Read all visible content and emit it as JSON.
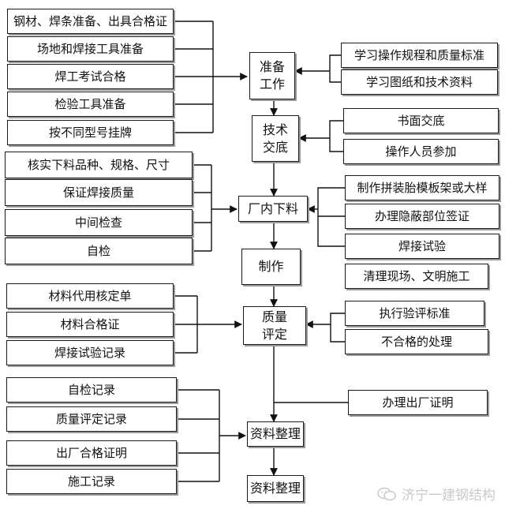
{
  "left_boxes": [
    "钢材、焊条准备、出具合格证",
    "场地和焊接工具准备",
    "焊工考试合格",
    "检验工具准备",
    "按不同型号挂牌",
    "核实下料品种、规格、尺寸",
    "保证焊接质量",
    "中间检查",
    "自检",
    "材料代用核定单",
    "材料合格证",
    "焊接试验记录",
    "自检记录",
    "质量评定记录",
    "出厂合格证明",
    "施工记录"
  ],
  "center_boxes": [
    "准备\n工作",
    "技术\n交底",
    "厂内下料",
    "制作",
    "质量\n评定",
    "资料整理",
    "资料整理"
  ],
  "right_boxes": [
    "学习操作规程和质量标准",
    "学习图纸和技术资料",
    "书面交底",
    "操作人员参加",
    "制作拼装胎模板架或大样",
    "办理隐蔽部位签证",
    "焊接试验",
    "清理现场、文明施工",
    "执行验评标准",
    "不合格的处理",
    "办理出厂证明"
  ],
  "watermark": "济宁一建钢结构"
}
